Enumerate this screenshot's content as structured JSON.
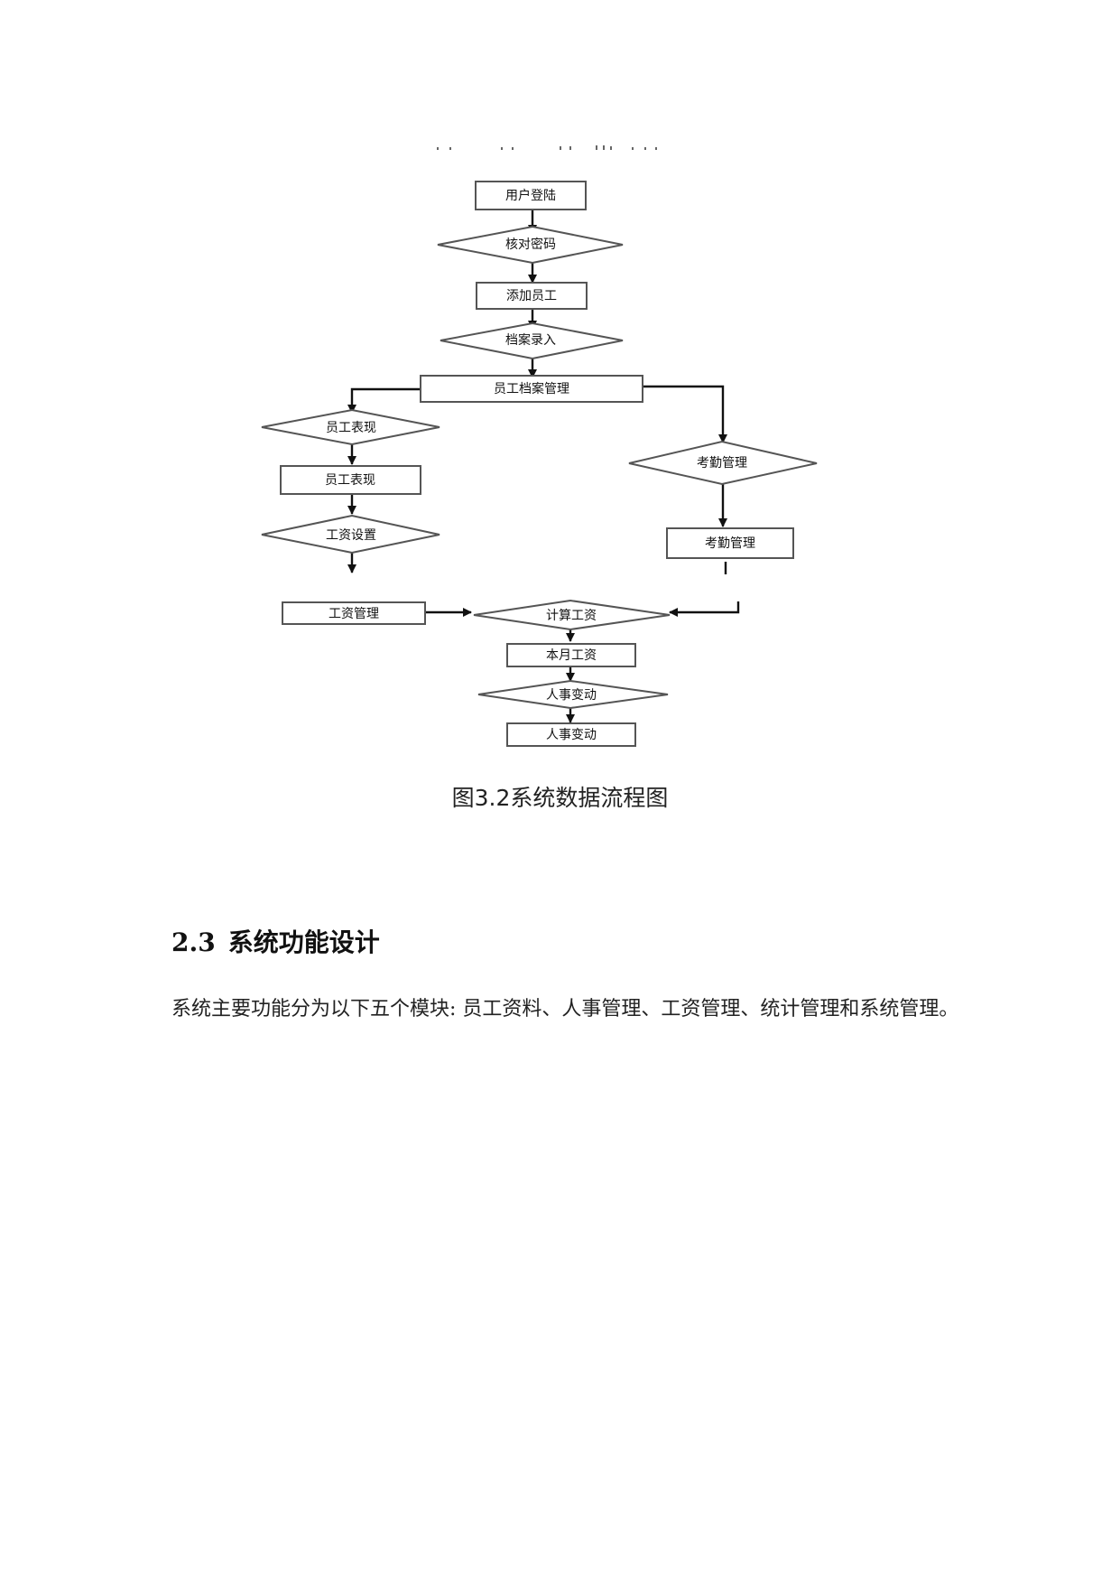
{
  "diagram": {
    "nodes": [
      {
        "id": "login",
        "label": "用户登陆",
        "shape": "rect"
      },
      {
        "id": "verify",
        "label": "核对密码",
        "shape": "diamond"
      },
      {
        "id": "add",
        "label": "添加员工",
        "shape": "rect"
      },
      {
        "id": "archive_in",
        "label": "档案录入",
        "shape": "diamond"
      },
      {
        "id": "archive_mgmt",
        "label": "员工档案管理",
        "shape": "rect"
      },
      {
        "id": "perf_d",
        "label": "员工表现",
        "shape": "diamond"
      },
      {
        "id": "perf_r",
        "label": "员工表现",
        "shape": "rect"
      },
      {
        "id": "salary_set",
        "label": "工资设置",
        "shape": "diamond"
      },
      {
        "id": "attend_d",
        "label": "考勤管理",
        "shape": "diamond"
      },
      {
        "id": "attend_r",
        "label": "考勤管理",
        "shape": "rect"
      },
      {
        "id": "salary_mgmt",
        "label": "工资管理",
        "shape": "rect"
      },
      {
        "id": "calc",
        "label": "计算工资",
        "shape": "diamond"
      },
      {
        "id": "month",
        "label": "本月工资",
        "shape": "rect"
      },
      {
        "id": "hr_d",
        "label": "人事变动",
        "shape": "diamond"
      },
      {
        "id": "hr_r",
        "label": "人事变动",
        "shape": "rect"
      }
    ],
    "caption": "图3.2系统数据流程图"
  },
  "section": {
    "number": "2.3",
    "title": "系统功能设计",
    "body": "系统主要功能分为以下五个模块: 员工资料、人事管理、工资管理、统计管理和系统管理。"
  }
}
